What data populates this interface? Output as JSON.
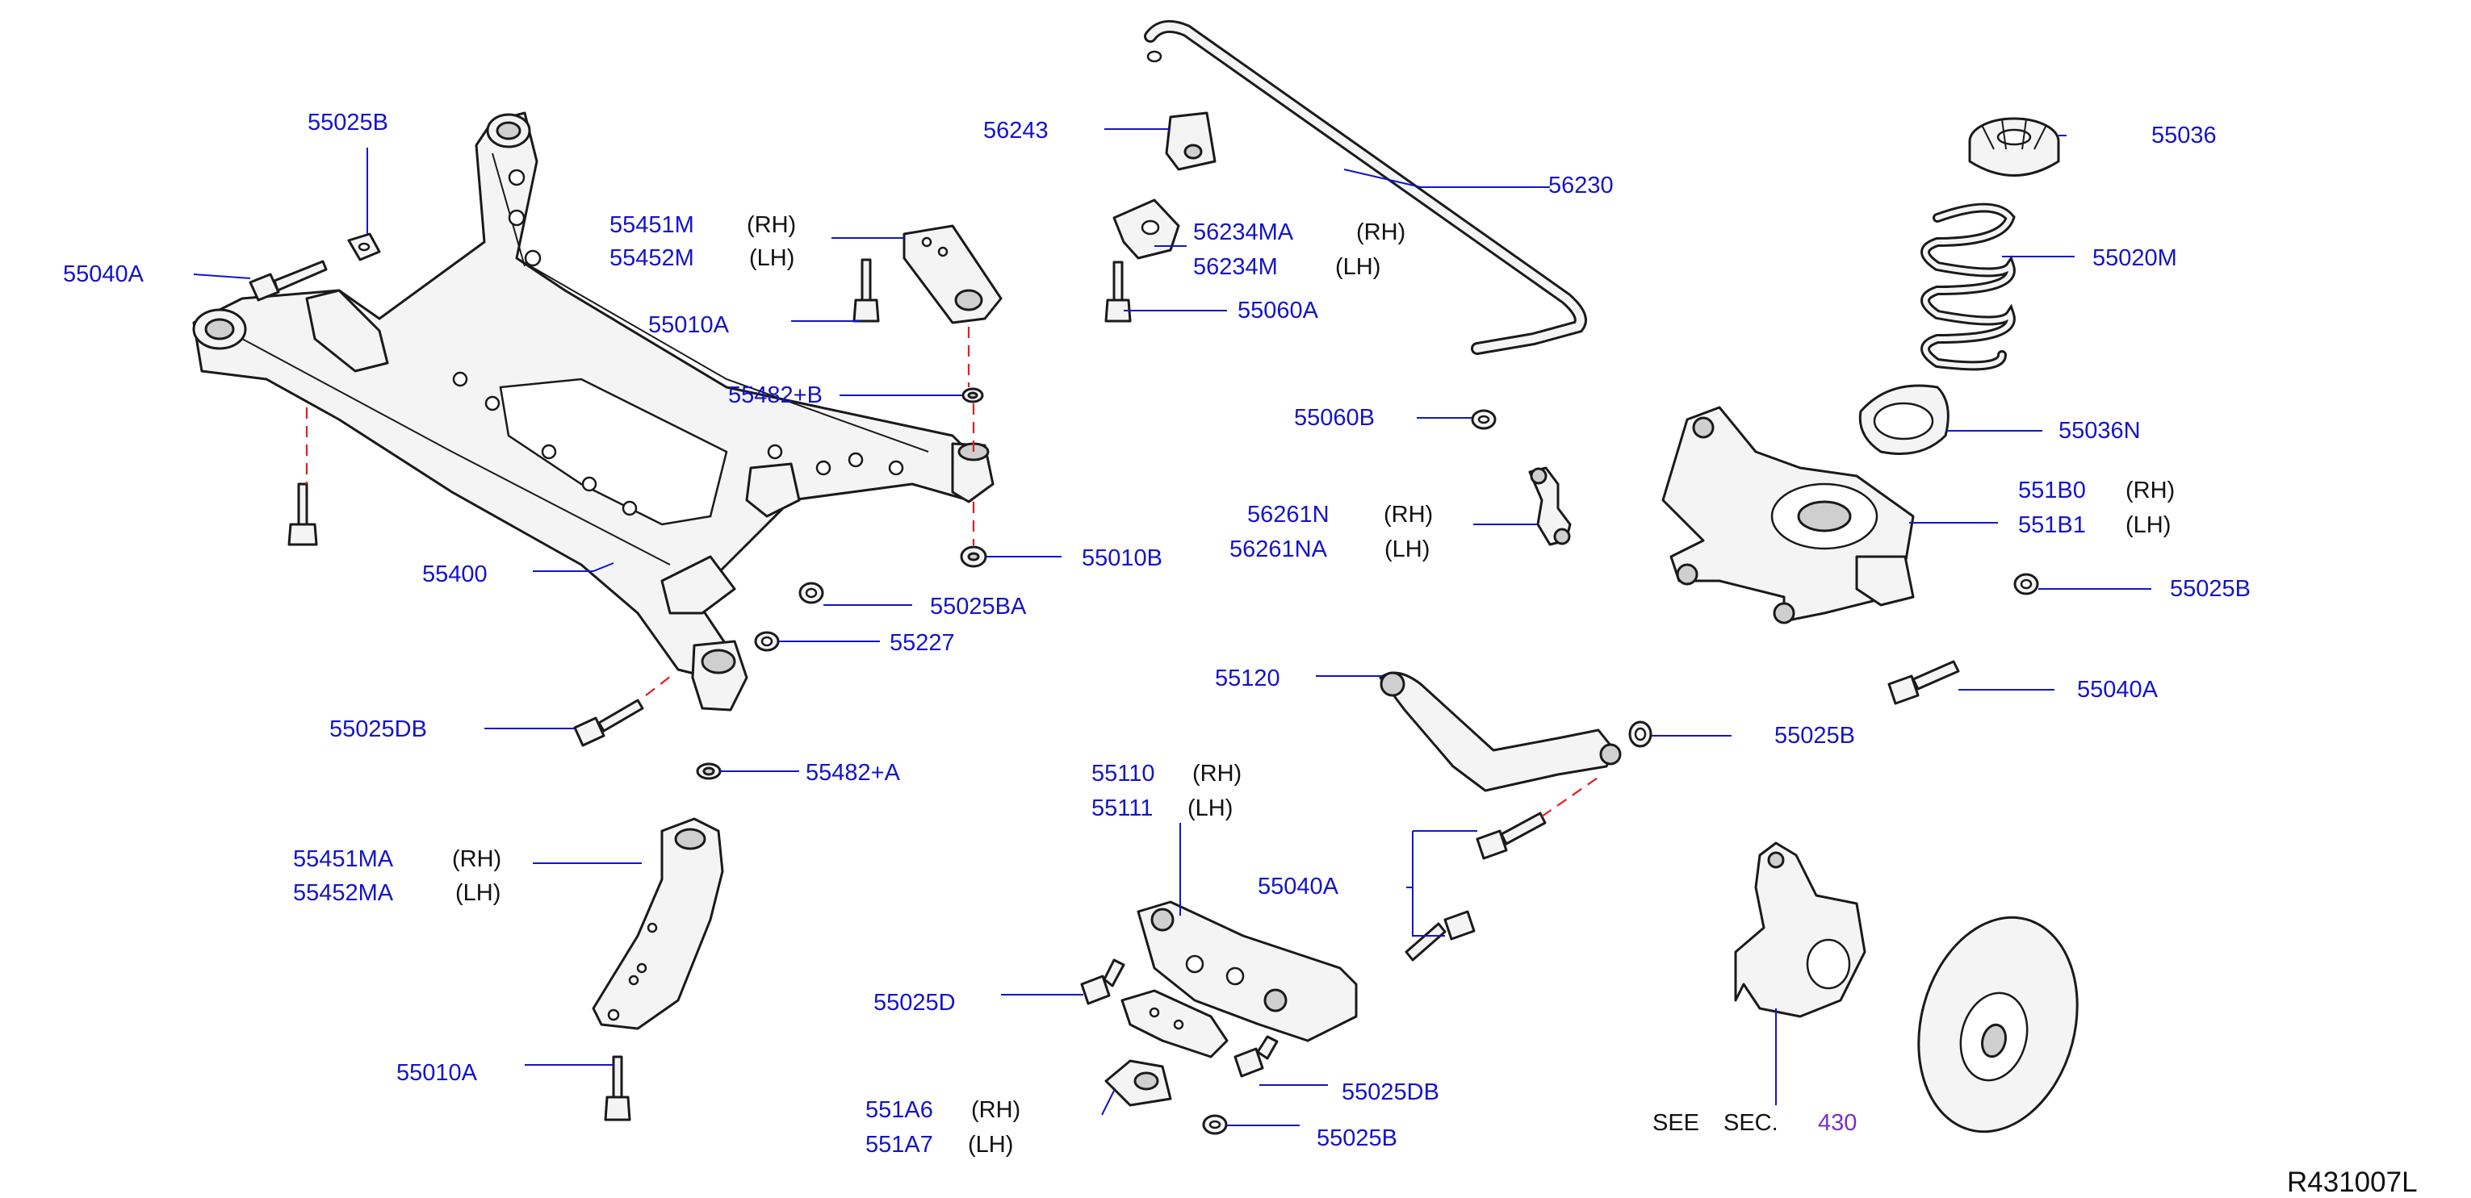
{
  "diagram_code": "R431007L",
  "colors": {
    "part_number": "#1414c8",
    "side_text": "#111111",
    "section_link": "#7a2fc4",
    "axis_line": "#e02020"
  },
  "see_section": {
    "see": "SEE",
    "sec": "SEC.",
    "number": "430"
  },
  "labels": {
    "p55025B_a": "55025B",
    "p55040A_a": "55040A",
    "p55451M": "55451M",
    "p55452M": "55452M",
    "p55010A_a": "55010A",
    "p55482B": "55482+B",
    "p55400": "55400",
    "p55010B": "55010B",
    "p55025BA": "55025BA",
    "p55227": "55227",
    "p55025DB_a": "55025DB",
    "p55482A": "55482+A",
    "p55451MA": "55451MA",
    "p55452MA": "55452MA",
    "p55010A_b": "55010A",
    "p56243": "56243",
    "p56230": "56230",
    "p56234MA": "56234MA",
    "p56234M": "56234M",
    "p55060A": "55060A",
    "p55060B": "55060B",
    "p56261N": "56261N",
    "p56261NA": "56261NA",
    "p55120": "55120",
    "p55110": "55110",
    "p55111": "55111",
    "p55040A_b": "55040A",
    "p55025D": "55025D",
    "p55025DB_b": "55025DB",
    "p551A6": "551A6",
    "p551A7": "551A7",
    "p55025B_b": "55025B",
    "p55036": "55036",
    "p55020M": "55020M",
    "p55036N": "55036N",
    "p551B0": "551B0",
    "p551B1": "551B1",
    "p55025B_c": "55025B",
    "p55040A_c": "55040A",
    "p55025B_d": "55025B"
  },
  "sides": {
    "rh": "(RH)",
    "lh": "(LH)"
  }
}
